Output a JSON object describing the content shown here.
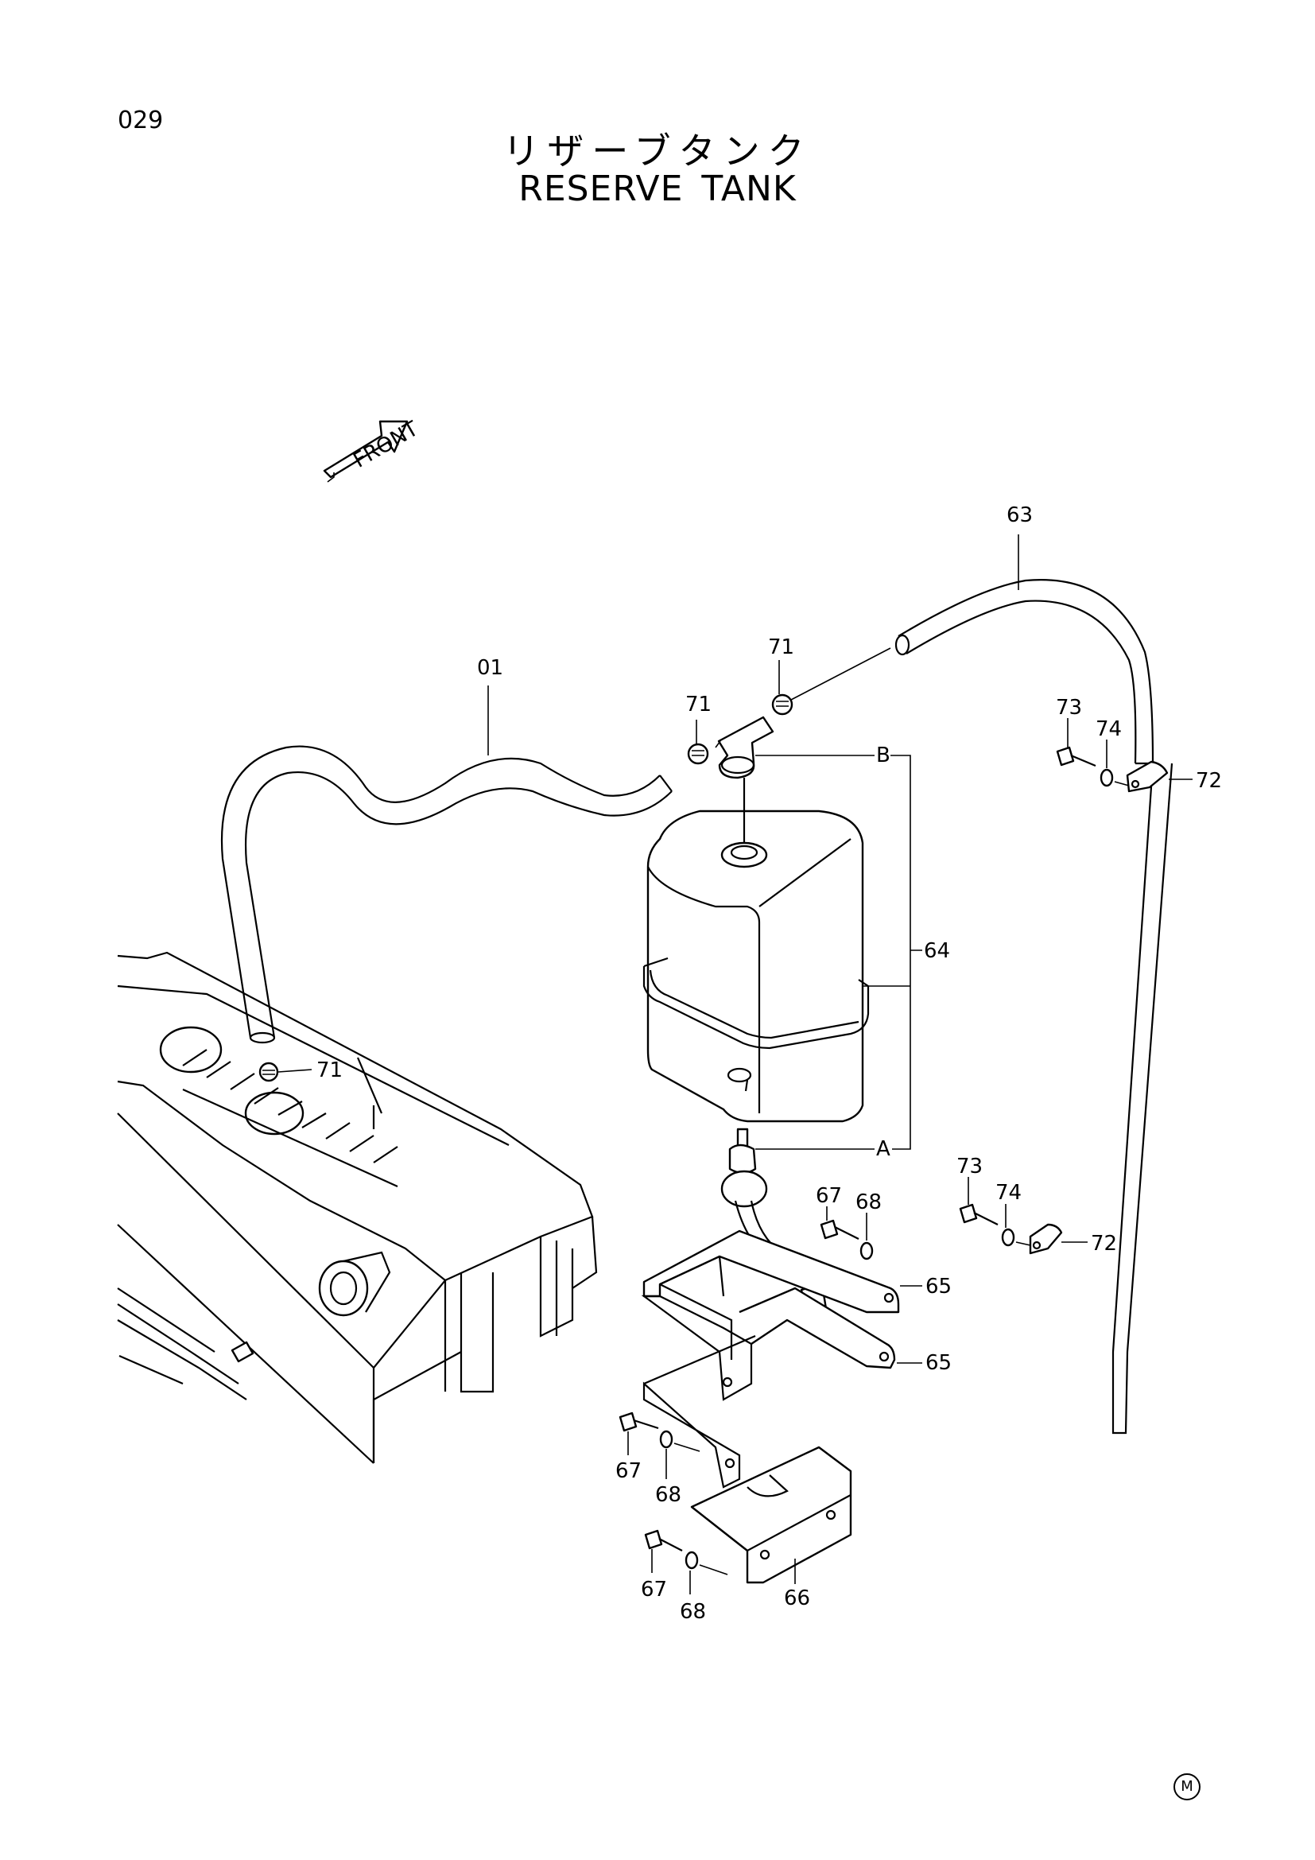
{
  "page_number": "029",
  "title_jp": "リザーブタンク",
  "title_en": [
    "RESERVE",
    "TANK"
  ],
  "front_badge": "FRONT",
  "callouts": [
    {
      "id": "01"
    },
    {
      "id": "63"
    },
    {
      "id": "71"
    },
    {
      "id": "71"
    },
    {
      "id": "71"
    },
    {
      "id": "B"
    },
    {
      "id": "A"
    },
    {
      "id": "64"
    },
    {
      "id": "73"
    },
    {
      "id": "74"
    },
    {
      "id": "72"
    },
    {
      "id": "73"
    },
    {
      "id": "74"
    },
    {
      "id": "72"
    },
    {
      "id": "67"
    },
    {
      "id": "68"
    },
    {
      "id": "65"
    },
    {
      "id": "65"
    },
    {
      "id": "67"
    },
    {
      "id": "68"
    },
    {
      "id": "67"
    },
    {
      "id": "68"
    },
    {
      "id": "66"
    }
  ],
  "maker_mark": "M"
}
